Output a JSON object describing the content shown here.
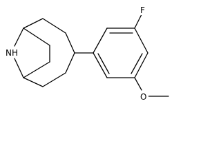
{
  "molecule": {
    "atoms": {
      "nh": "NH",
      "f": "F",
      "o": "O"
    },
    "colors": {
      "bond": "#000000",
      "label": "#000000",
      "background": "#ffffff"
    }
  }
}
